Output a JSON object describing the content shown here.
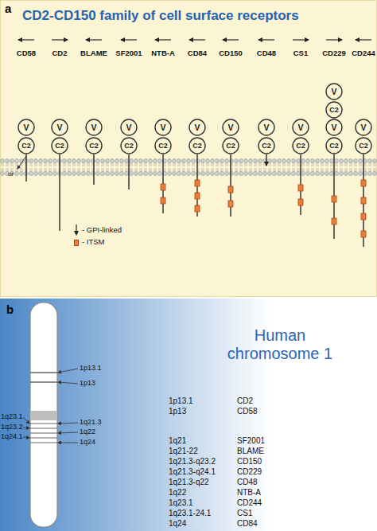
{
  "diagram": {
    "title": "CD2-CD150 family of cell surface receptors",
    "nodes": [
      {
        "text": [
          "V"
        ]
      },
      {
        "text": [
          "C2"
        ]
      },
      {
        "text": [
          "V"
        ]
      },
      {
        "text": [
          "C2"
        ]
      },
      {
        "text": [
          "V"
        ]
      },
      {
        "text": [
          "C2"
        ]
      },
      {
        "text": [
          "V"
        ]
      },
      {
        "text": [
          "C2"
        ]
      },
      {
        "text": [
          "V"
        ]
      },
      {
        "text": [
          "C2"
        ]
      },
      {
        "text": [
          "V"
        ]
      },
      {
        "text": [
          "C2"
        ]
      },
      {
        "text": [
          "V"
        ]
      },
      {
        "text": [
          "C2"
        ]
      },
      {
        "text": [
          "V"
        ]
      },
      {
        "text": [
          "C2"
        ]
      },
      {
        "text": [
          "V"
        ]
      },
      {
        "text": [
          "C2"
        ]
      },
      {
        "text": [
          "V"
        ]
      },
      {
        "text": [
          "C2"
        ]
      },
      {
        "text": [
          "V"
        ]
      },
      {
        "text": [
          "C2"
        ]
      },
      {
        "text": [
          "V"
        ]
      },
      {
        "text": [
          "C2"
        ]
      }
    ],
    "labels": [
      "a",
      "CD58",
      "CD2",
      "BLAME",
      "SF2001",
      "NTB-A",
      "CD84",
      "CD150",
      "CD48",
      "CS1",
      "CD229",
      "CD244",
      "or",
      "b",
      "Human chromosome 1",
      "1p13.1",
      "1p13",
      "1q23.1",
      "1q21.3",
      "1q23.2",
      "1q22",
      "1q24.1",
      "1q24",
      "1p13.1",
      "CD2",
      "1p13",
      "CD58",
      "1q21",
      "SF2001",
      "1q21-22",
      "BLAME",
      "1q21.3-q23.2",
      "CD150",
      "1q21.3-q24.1",
      "CD229",
      "1q21.3-q22",
      "CD48",
      "1q22",
      "NTB-A",
      "1q23.1",
      "CD244",
      "1q23.1-24.1",
      "CS1",
      "1q24",
      "CD84"
    ],
    "legend": [
      {
        "text": "- GPI-linked"
      },
      {
        "text": "- ITSM",
        "color": "#e8803a"
      }
    ]
  }
}
